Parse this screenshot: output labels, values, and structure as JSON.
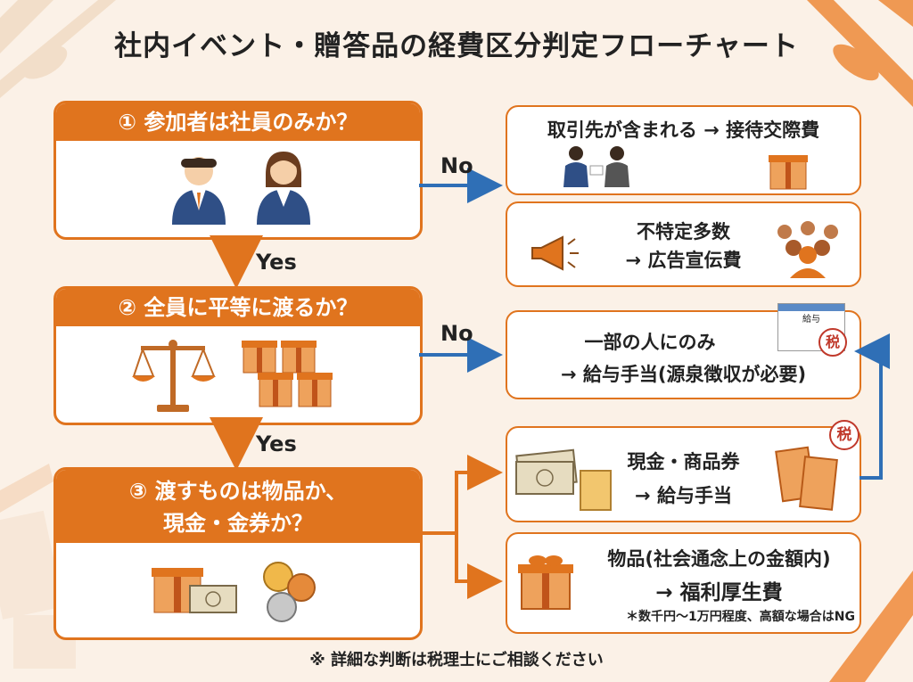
{
  "title": "社内イベント・贈答品の経費区分判定フローチャート",
  "questions": [
    {
      "label": "① 参加者は社員のみか？"
    },
    {
      "label": "② 全員に平等に渡るか？"
    },
    {
      "label_line1": "③ 渡すものは物品か、",
      "label_line2": "現金・金券か？"
    }
  ],
  "edges": {
    "no1": "No",
    "yes1": "Yes",
    "no2": "No",
    "yes2": "Yes"
  },
  "results": {
    "client": "取引先が含まれる → 接待交際費",
    "public_line1": "不特定多数",
    "public_line2": "→ 広告宣伝費",
    "partial_line1": "一部の人にのみ",
    "partial_line2": "→ 給与手当(源泉徴収が必要)",
    "cash_line1": "現金・商品券",
    "cash_line2": "→ 給与手当",
    "goods_line1": "物品(社会通念上の金額内)",
    "goods_line2": "→ 福利厚生費",
    "goods_note": "＊数千円〜1万円程度、高額な場合はNG"
  },
  "badges": {
    "tax": "税",
    "payslip": "給与"
  },
  "footer_note": "※ 詳細な判断は税理士にご相談ください",
  "colors": {
    "orange": "#e0741e",
    "blue": "#2f6fb6",
    "background": "#fbf1e7"
  }
}
